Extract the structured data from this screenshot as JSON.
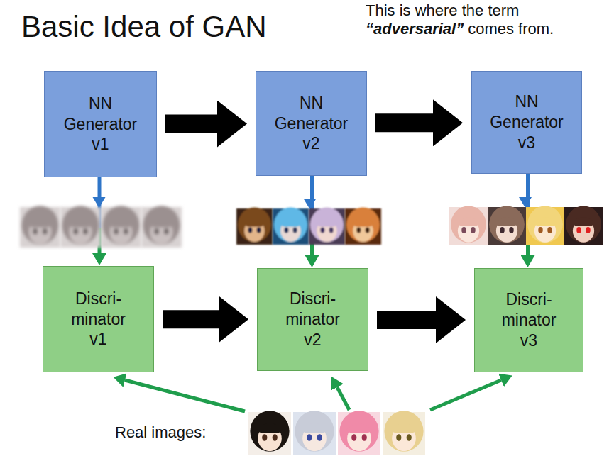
{
  "diagram": {
    "title": "Basic Idea of GAN",
    "nodes": [
      {
        "text": [
          "NN Generator v1"
        ]
      },
      {
        "text": [
          "NN Generator v2"
        ]
      },
      {
        "text": [
          "NN Generator v3"
        ]
      },
      {
        "text": [
          "Discri- minator v1"
        ]
      },
      {
        "text": [
          "Discri- minator v2"
        ]
      },
      {
        "text": [
          "Discri- minator v3"
        ]
      }
    ],
    "edges": [
      {
        "from": 0,
        "to": 1,
        "arrow": "to"
      },
      {
        "from": 1,
        "to": 2,
        "arrow": "to"
      },
      {
        "from": 3,
        "to": 4,
        "arrow": "to"
      },
      {
        "from": 4,
        "to": 5,
        "arrow": "to"
      },
      {
        "from": 0,
        "to": 3,
        "arrow": "to"
      },
      {
        "from": 1,
        "to": 4,
        "arrow": "to"
      },
      {
        "from": 2,
        "to": 5,
        "arrow": "to"
      }
    ],
    "labels": [
      "This is where the term",
      "“adversarial”",
      "comes from.",
      "Real images:"
    ]
  }
}
